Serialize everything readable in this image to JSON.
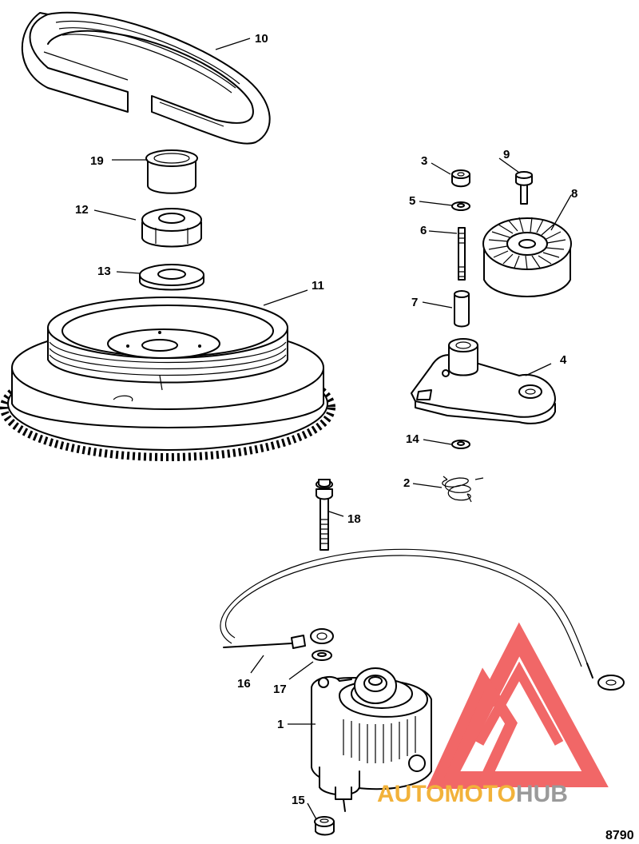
{
  "figure_ref": "8790",
  "watermark": {
    "auto": "AUTO",
    "moto": "MOTO",
    "hub": "HUB",
    "auto_color": "#f2b23a",
    "moto_color": "#f2b23a",
    "hub_color": "#9a9a9a",
    "logo_color": "#ef4d4d"
  },
  "callouts": {
    "c1": "1",
    "c2": "2",
    "c3": "3",
    "c4": "4",
    "c5": "5",
    "c6": "6",
    "c7": "7",
    "c8": "8",
    "c9": "9",
    "c10": "10",
    "c11": "11",
    "c12": "12",
    "c13": "13",
    "c14": "14",
    "c15": "15",
    "c16": "16",
    "c17": "17",
    "c18": "18",
    "c19": "19"
  }
}
